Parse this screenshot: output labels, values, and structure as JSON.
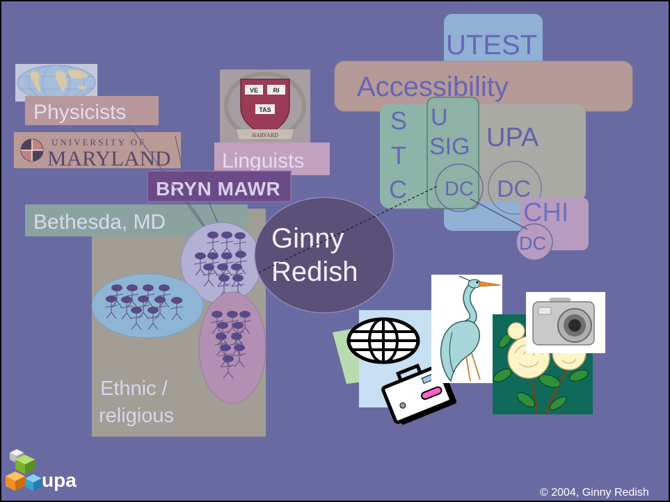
{
  "slide": {
    "left_cluster": {
      "physicists_label": "Physicists",
      "maryland_logo": {
        "top": "UNIVERSITY OF",
        "bottom": "MARYLAND"
      },
      "harvard_crest": {
        "books": [
          "VE",
          "RI",
          "TAS"
        ],
        "banner": "HARVARD"
      },
      "linguists_label": "Linguists",
      "bryn_mawr_label": "BRYN MAWR",
      "bethesda_label": "Bethesda, MD",
      "ethnic_religious_label": [
        "Ethnic /",
        "religious"
      ]
    },
    "center": {
      "name": [
        "Ginny",
        "Redish"
      ]
    },
    "right_cluster": {
      "utest_label": "UTEST",
      "accessibility_label": "Accessibility",
      "stc_letters": [
        "S",
        "T",
        "C"
      ],
      "usig_label": [
        "U",
        "SIG"
      ],
      "upa_label": "UPA",
      "chi_label": "CHI",
      "dc_labels": [
        "DC",
        "DC",
        "DC"
      ]
    },
    "footer": {
      "logo_text": "upa",
      "copyright": "© 2004, Ginny Redish"
    }
  },
  "icons": {
    "world_map": "world-map-image",
    "maryland": "maryland-crest-icon",
    "harvard": "harvard-crest-icon",
    "people": "person-icon",
    "globe": "globe-icon",
    "suitcase": "suitcase-icon",
    "heron": "heron-image",
    "roses": "roses-image",
    "camera": "camera-image",
    "logo": "upa-cubes-logo"
  },
  "colors": {
    "background": "#6a6aa3",
    "physicists": "#b8989c",
    "maryland": "#b99a96",
    "linguists": "#c2a0c0",
    "bryn_mawr": "#6c4a88",
    "bethesda": "#8aa39f",
    "ethnic_area": "#a29d95",
    "ginny": "#5b5078",
    "utest": "#90b0d4",
    "accessibility": "#b69a98",
    "upa": "#a9aaa4",
    "stc": "#8cb4a8",
    "usig": "#8eb2a6",
    "chi": "#b89cc0"
  }
}
